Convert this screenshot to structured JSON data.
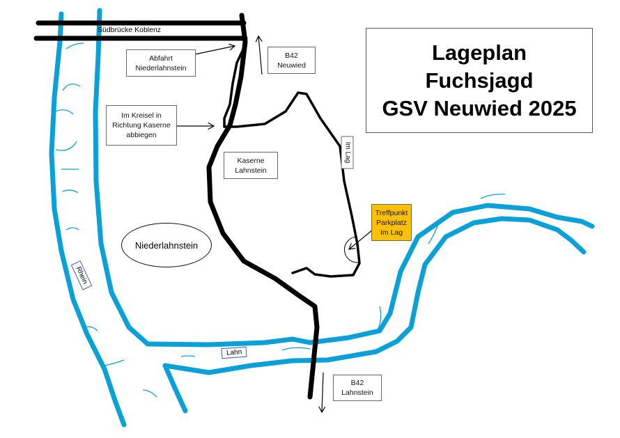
{
  "title": "Lageplan\nFuchsjagd\nGSV Neuwied 2025",
  "bridge_label": "Südbrücke Koblenz",
  "labels": {
    "abfahrt": "Abfahrt\nNiederlahnstein",
    "kreisel": "Im Kreisel in\nRichtung Kaserne\nabbiegen",
    "b42_neuwied": "B42\nNeuwied",
    "kaserne": "Kaserne\nLahnstein",
    "im_lag": "Im Lag",
    "treffpunkt": "Treffpunkt\nParkplatz\nIm Lag",
    "niederlahnstein": "Niederlahnstein",
    "rhein": "Rhein",
    "lahn": "Lahn",
    "b42_lahnstein": "B42\nLahnstein"
  },
  "colors": {
    "river": "#0aa0d8",
    "road": "#000000",
    "meeting_point": "#ffc000"
  }
}
